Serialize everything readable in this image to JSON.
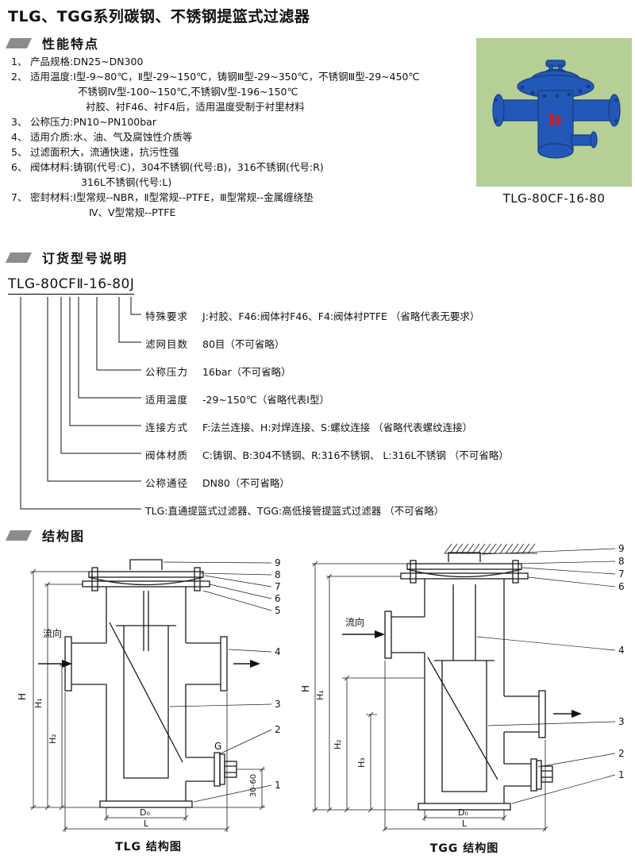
{
  "page": {
    "title": "TLG、TGG系列碳钢、不锈钢提篮式过滤器"
  },
  "features": {
    "heading": "性能特点",
    "lines": [
      {
        "no": "1、",
        "text": "产品规格:DN25~DN300"
      },
      {
        "no": "2、",
        "text": "适用温度:Ⅰ型-9~80℃，Ⅱ型-29~150℃，铸钢Ⅲ型-29~350℃，不锈钢Ⅲ型-29~450℃"
      },
      {
        "no": "",
        "text": "不锈钢Ⅳ型-100~150℃,不锈钢Ⅴ型-196~150℃"
      },
      {
        "no": "",
        "text": "衬胶、衬F46、衬F4后，适用温度受制于衬里材料"
      },
      {
        "no": "3、",
        "text": "公称压力:PN10~PN100bar"
      },
      {
        "no": "4、",
        "text": "适用介质:水、油、气及腐蚀性介质等"
      },
      {
        "no": "5、",
        "text": "过滤面积大，流通快速，抗污性强"
      },
      {
        "no": "6、",
        "text": "阀体材料:铸钢(代号:C)，304不锈钢(代号:B)，316不锈钢(代号:R)"
      },
      {
        "no": "",
        "text": "316L不锈钢(代号:L)"
      },
      {
        "no": "7、",
        "text": "密封材料:Ⅰ型常规--NBR，Ⅱ型常规--PTFE，Ⅲ型常规--金属缠绕垫"
      },
      {
        "no": "",
        "text": "Ⅳ、Ⅴ型常规--PTFE"
      }
    ]
  },
  "product": {
    "caption": "TLG-80CF-16-80",
    "bg_color": "#b5cf97",
    "body_color": "#2458b8",
    "dark_color": "#143c80",
    "mark_color": "#cc2222"
  },
  "ordering": {
    "heading": "订货型号说明",
    "code": "TLG-80CFⅡ-16-80J",
    "rows": [
      {
        "label": "特殊要求",
        "desc": "J:衬胶、F46:阀体衬F46、F4:阀体衬PTFE （省略代表无要求）"
      },
      {
        "label": "滤网目数",
        "desc": "80目（不可省略）"
      },
      {
        "label": "公称压力",
        "desc": "16bar（不可省略）"
      },
      {
        "label": "适用温度",
        "desc": "-29~150℃（省略代表Ⅰ型）"
      },
      {
        "label": "连接方式",
        "desc": "F:法兰连接、H:对焊连接、S:螺纹连接 （省略代表螺纹连接）"
      },
      {
        "label": "阀体材质",
        "desc": "C:铸钢、B:304不锈钢、R:316不锈钢、 L:316L不锈钢 （不可省略）"
      },
      {
        "label": "公称通径",
        "desc": "DN80（不可省略）"
      },
      {
        "label": "",
        "desc": "TLG:直通提篮式过滤器、TGG:高低接管提篮式过滤器 （不可省略）"
      }
    ]
  },
  "structure": {
    "heading": "结构图",
    "tlg": {
      "caption": "TLG 结构图",
      "flow": "流向",
      "dim_h": "H",
      "dim_h1": "H₁",
      "dim_h2": "H₂",
      "dim_d0": "D₀",
      "dim_l": "L",
      "dim_g": "G",
      "dim_range": "30-60",
      "callouts": [
        "9",
        "8",
        "7",
        "6",
        "5",
        "4",
        "3",
        "2",
        "1"
      ]
    },
    "tgg": {
      "caption": "TGG 结构图",
      "flow": "流向",
      "dim_h": "H",
      "dim_h1": "H₁",
      "dim_h2": "H₂",
      "dim_h3": "H₃",
      "dim_d0": "D₀",
      "dim_l": "L",
      "callouts": [
        "9",
        "8",
        "7",
        "6",
        "4",
        "3",
        "2",
        "1"
      ]
    }
  }
}
